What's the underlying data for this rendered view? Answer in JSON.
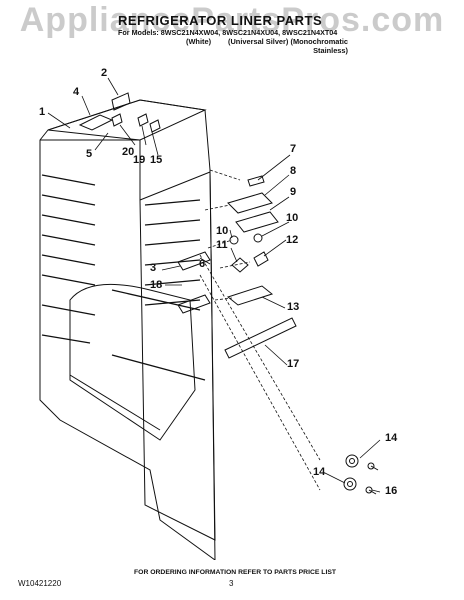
{
  "watermark": "AppliancePartsPros.com",
  "title": "REFRIGERATOR LINER PARTS",
  "models_line": "For Models: 8WSC21N4XW04, 8WSC21N4XU04, 8WSC21N4XT04",
  "variants": [
    "(White)",
    "(Universal Silver)",
    "(Monochromatic Stainless)"
  ],
  "callouts": [
    "1",
    "2",
    "3",
    "4",
    "5",
    "6",
    "7",
    "8",
    "9",
    "10",
    "10",
    "11",
    "12",
    "13",
    "14",
    "14",
    "15",
    "16",
    "17",
    "18",
    "19",
    "20"
  ],
  "footer": "FOR ORDERING INFORMATION REFER TO PARTS PRICE LIST",
  "doc_number": "W10421220",
  "page_number": "3"
}
